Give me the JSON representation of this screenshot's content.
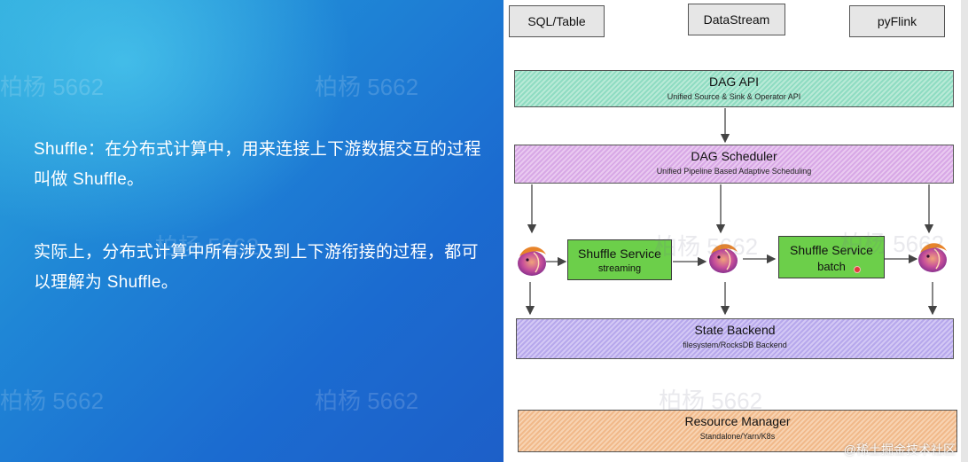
{
  "slide": {
    "paragraph_1": "Shuffle：在分布式计算中，用来连接上下游数据交互的过程叫做 Shuffle。",
    "paragraph_2": "实际上，分布式计算中所有涉及到上下游衔接的过程，都可以理解为 Shuffle。",
    "watermark_text": "柏杨 5662"
  },
  "diagram": {
    "apis": [
      {
        "label": "SQL/Table"
      },
      {
        "label": "DataStream"
      },
      {
        "label": "pyFlink"
      }
    ],
    "dag_api": {
      "title": "DAG  API",
      "subtitle": "Unified Source & Sink & Operator API"
    },
    "dag_scheduler": {
      "title": "DAG Scheduler",
      "subtitle": "Unified Pipeline Based Adaptive Scheduling"
    },
    "shuffle_streaming": {
      "title": "Shuffle Service",
      "subtitle": "streaming"
    },
    "shuffle_batch": {
      "title": "Shuffle Service",
      "subtitle": "batch"
    },
    "state_backend": {
      "title": "State Backend",
      "subtitle": "filesystem/RocksDB Backend"
    },
    "resource_manager": {
      "title": "Resource Manager",
      "subtitle": "Standalone/Yarn/K8s"
    },
    "colors": {
      "shuffle_green": "#6ccf4a",
      "dag_api_teal": "#8fdcc2",
      "dag_scheduler_violet": "#d8a8e6",
      "state_backend_purple": "#b7a8ec",
      "resource_manager_orange": "#f1b98a"
    },
    "icon": "flink-squirrel-icon"
  },
  "credit": "@稀土掘金技术社区"
}
